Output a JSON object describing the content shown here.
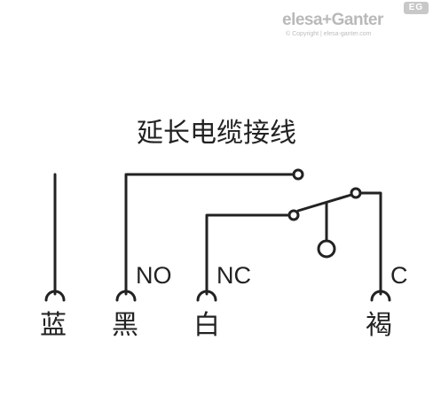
{
  "logo": {
    "brand": "elesa+Ganter",
    "badge": "EG",
    "copyright": "© Copyright | elesa-ganter.com"
  },
  "diagram": {
    "title": "延长电缆接线",
    "terminals": {
      "no": "NO",
      "nc": "NC",
      "c": "C"
    },
    "wires": {
      "blue": "蓝",
      "black": "黑",
      "white": "白",
      "brown": "褐"
    }
  },
  "colors": {
    "line": "#222222",
    "logo": "#b9b9b9"
  }
}
